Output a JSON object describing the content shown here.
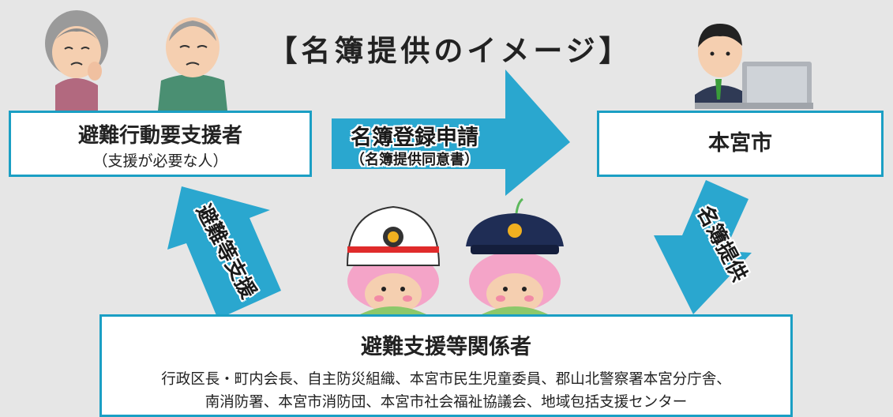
{
  "title": "【名簿提供のイメージ】",
  "boxes": {
    "requester": {
      "main": "避難行動要支援者",
      "sub": "（支援が必要な人）"
    },
    "city": {
      "main": "本宮市"
    },
    "supporters": {
      "main": "避難支援等関係者",
      "line1": "行政区長・町内会長、自主防災組織、本宮市民生児童委員、郡山北警察署本宮分庁舎、",
      "line2": "南消防署、本宮市消防団、本宮市社会福祉協議会、地域包括支援センター"
    }
  },
  "arrows": {
    "request": {
      "main": "名簿登録申請",
      "sub": "（名簿提供同意書）"
    },
    "provide": {
      "label": "名簿提供"
    },
    "support": {
      "label": "避難等支援"
    }
  },
  "colors": {
    "accent": "#1b9fc4",
    "arrow": "#2aa7cf",
    "background": "#e6e6e6"
  },
  "icons": [
    "elderly-woman-icon",
    "elderly-man-icon",
    "office-worker-icon",
    "firefighter-mascot-icon",
    "police-mascot-icon"
  ]
}
